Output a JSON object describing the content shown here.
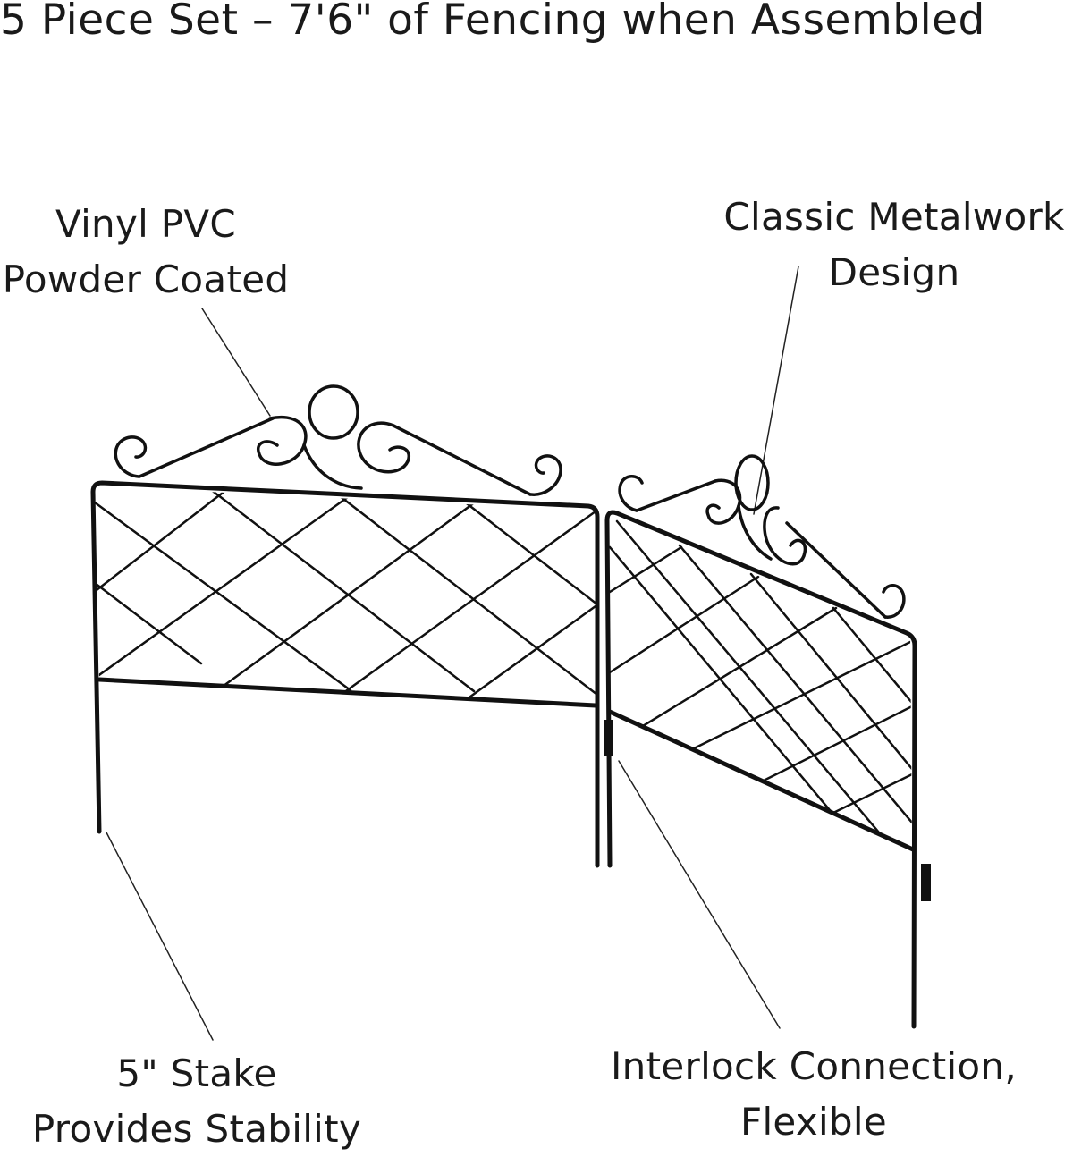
{
  "headline": "5 Piece Set – 7'6\" of Fencing when Assembled",
  "callouts": {
    "coating": {
      "line1": "Vinyl PVC",
      "line2": "Powder Coated"
    },
    "metalwork": {
      "line1": "Classic Metalwork",
      "line2": "Design"
    },
    "stake": {
      "line1": "5\" Stake",
      "line2": "Provides Stability"
    },
    "interlock": {
      "line1": "Interlock Connection,",
      "line2": "Flexible"
    }
  },
  "colors": {
    "fence": "#111111",
    "leader_line": "#222222",
    "text": "#1a1a1a",
    "background": "#ffffff"
  }
}
